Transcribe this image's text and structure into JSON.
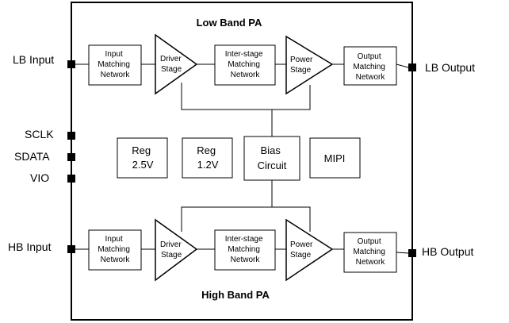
{
  "titles": {
    "low_band": "Low Band PA",
    "high_band": "High Band PA"
  },
  "pins": {
    "lb_input": "LB  Input",
    "lb_output": "LB  Output",
    "sclk": "SCLK",
    "sdata": "SDATA",
    "vio": "VIO",
    "hb_input": "HB  Input",
    "hb_output": "HB  Output"
  },
  "lb": {
    "input_matching": [
      "Input",
      "Matching",
      "Network"
    ],
    "driver": [
      "Driver",
      "Stage"
    ],
    "interstage": [
      "Inter-stage",
      "Matching",
      "Network"
    ],
    "power": [
      "Power",
      "Stage"
    ],
    "output_matching": [
      "Output",
      "Matching",
      "Network"
    ]
  },
  "hb": {
    "input_matching": [
      "Input",
      "Matching",
      "Network"
    ],
    "driver": [
      "Driver",
      "Stage"
    ],
    "interstage": [
      "Inter-stage",
      "Matching",
      "Network"
    ],
    "power": [
      "Power",
      "Stage"
    ],
    "output_matching": [
      "Output",
      "Matching",
      "Network"
    ]
  },
  "middle": {
    "reg25": [
      "Reg",
      "2.5V"
    ],
    "reg12": [
      "Reg",
      "1.2V"
    ],
    "bias": [
      "Bias",
      "Circuit"
    ],
    "mipi": "MIPI"
  }
}
